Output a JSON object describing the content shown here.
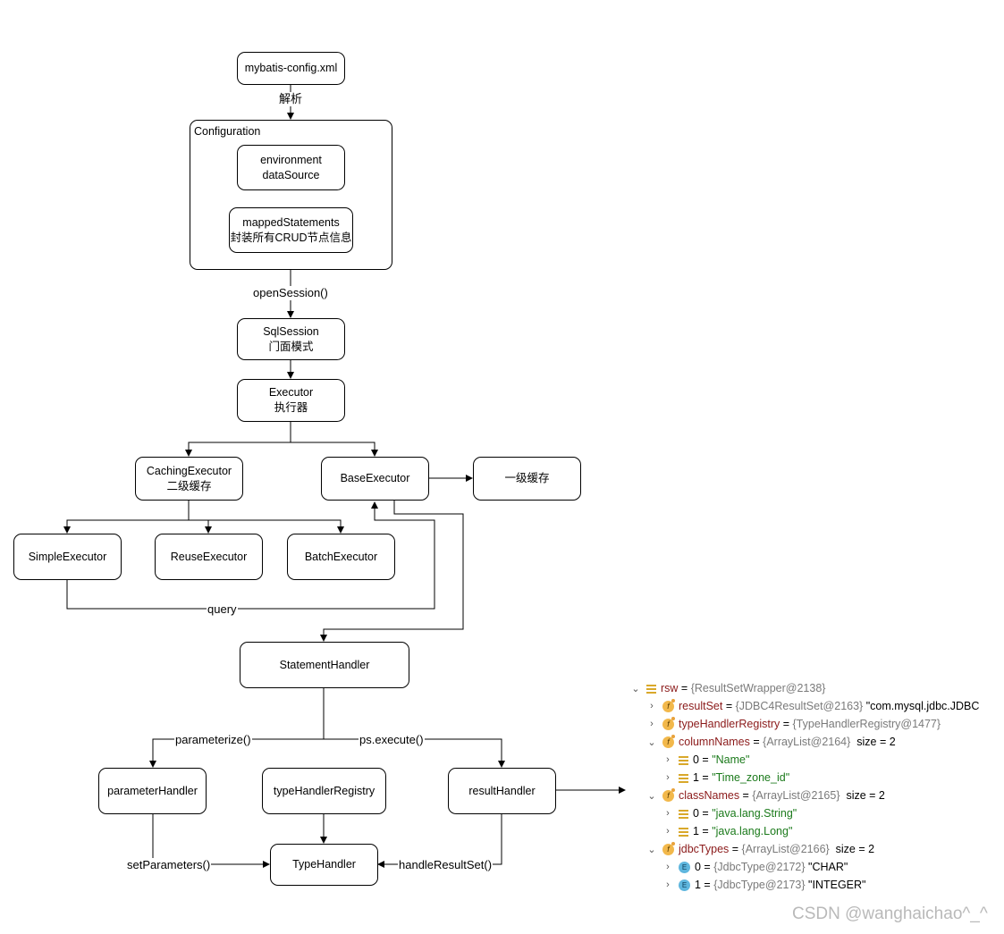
{
  "diagram": {
    "nodes": {
      "config_xml": "mybatis-config.xml",
      "configuration_title": "Configuration",
      "environment": [
        "environment",
        "dataSource"
      ],
      "mapped": [
        "mappedStatements",
        "封装所有CRUD节点信息"
      ],
      "sqlsession": [
        "SqlSession",
        "门面模式"
      ],
      "executor": [
        "Executor",
        "执行器"
      ],
      "caching": [
        "CachingExecutor",
        "二级缓存"
      ],
      "base": "BaseExecutor",
      "cache1": "一级缓存",
      "simple": "SimpleExecutor",
      "reuse": "ReuseExecutor",
      "batch": "BatchExecutor",
      "statement": "StatementHandler",
      "parameter": "parameterHandler",
      "typeregistry": "typeHandlerRegistry",
      "result": "resultHandler",
      "typehandler": "TypeHandler"
    },
    "edge_labels": {
      "parse": "解析",
      "open_session": "openSession()",
      "query": "query",
      "parameterize": "parameterize()",
      "ps_execute": "ps.execute()",
      "set_parameters": "setParameters()",
      "handle_result_set": "handleResultSet()"
    }
  },
  "debugger": {
    "rows": [
      {
        "depth": 0,
        "chev": "v",
        "icon": "list",
        "name": "rsw",
        "eq": " = ",
        "ref": "{ResultSetWrapper@2138}",
        "val": "",
        "val_type": "plain"
      },
      {
        "depth": 1,
        "chev": ">",
        "icon": "field",
        "name": "resultSet",
        "eq": " = ",
        "ref": "{JDBC4ResultSet@2163}",
        "val": " \"com.mysql.jdbc.JDBC",
        "val_type": "plain"
      },
      {
        "depth": 1,
        "chev": ">",
        "icon": "field",
        "name": "typeHandlerRegistry",
        "eq": " = ",
        "ref": "{TypeHandlerRegistry@1477}",
        "val": "",
        "val_type": "plain"
      },
      {
        "depth": 1,
        "chev": "v",
        "icon": "field",
        "name": "columnNames",
        "eq": " = ",
        "ref": "{ArrayList@2164}",
        "val": "  size = 2",
        "val_type": "plain"
      },
      {
        "depth": 2,
        "chev": ">",
        "icon": "list",
        "name": "0",
        "eq": " = ",
        "ref": "",
        "val": "\"Name\"",
        "val_type": "str"
      },
      {
        "depth": 2,
        "chev": ">",
        "icon": "list",
        "name": "1",
        "eq": " = ",
        "ref": "",
        "val": "\"Time_zone_id\"",
        "val_type": "str"
      },
      {
        "depth": 1,
        "chev": "v",
        "icon": "field",
        "name": "classNames",
        "eq": " = ",
        "ref": "{ArrayList@2165}",
        "val": "  size = 2",
        "val_type": "plain"
      },
      {
        "depth": 2,
        "chev": ">",
        "icon": "list",
        "name": "0",
        "eq": " = ",
        "ref": "",
        "val": "\"java.lang.String\"",
        "val_type": "str"
      },
      {
        "depth": 2,
        "chev": ">",
        "icon": "list",
        "name": "1",
        "eq": " = ",
        "ref": "",
        "val": "\"java.lang.Long\"",
        "val_type": "str"
      },
      {
        "depth": 1,
        "chev": "v",
        "icon": "field",
        "name": "jdbcTypes",
        "eq": " = ",
        "ref": "{ArrayList@2166}",
        "val": "  size = 2",
        "val_type": "plain"
      },
      {
        "depth": 2,
        "chev": ">",
        "icon": "enum",
        "name": "0",
        "eq": " = ",
        "ref": "{JdbcType@2172}",
        "val": " \"CHAR\"",
        "val_type": "plain"
      },
      {
        "depth": 2,
        "chev": ">",
        "icon": "enum",
        "name": "1",
        "eq": " = ",
        "ref": "{JdbcType@2173}",
        "val": " \"INTEGER\"",
        "val_type": "plain"
      }
    ],
    "icons": {
      "list": "list-icon",
      "field": "field-icon",
      "enum": "enum-icon"
    }
  },
  "watermark": "CSDN @wanghaichao^_^"
}
